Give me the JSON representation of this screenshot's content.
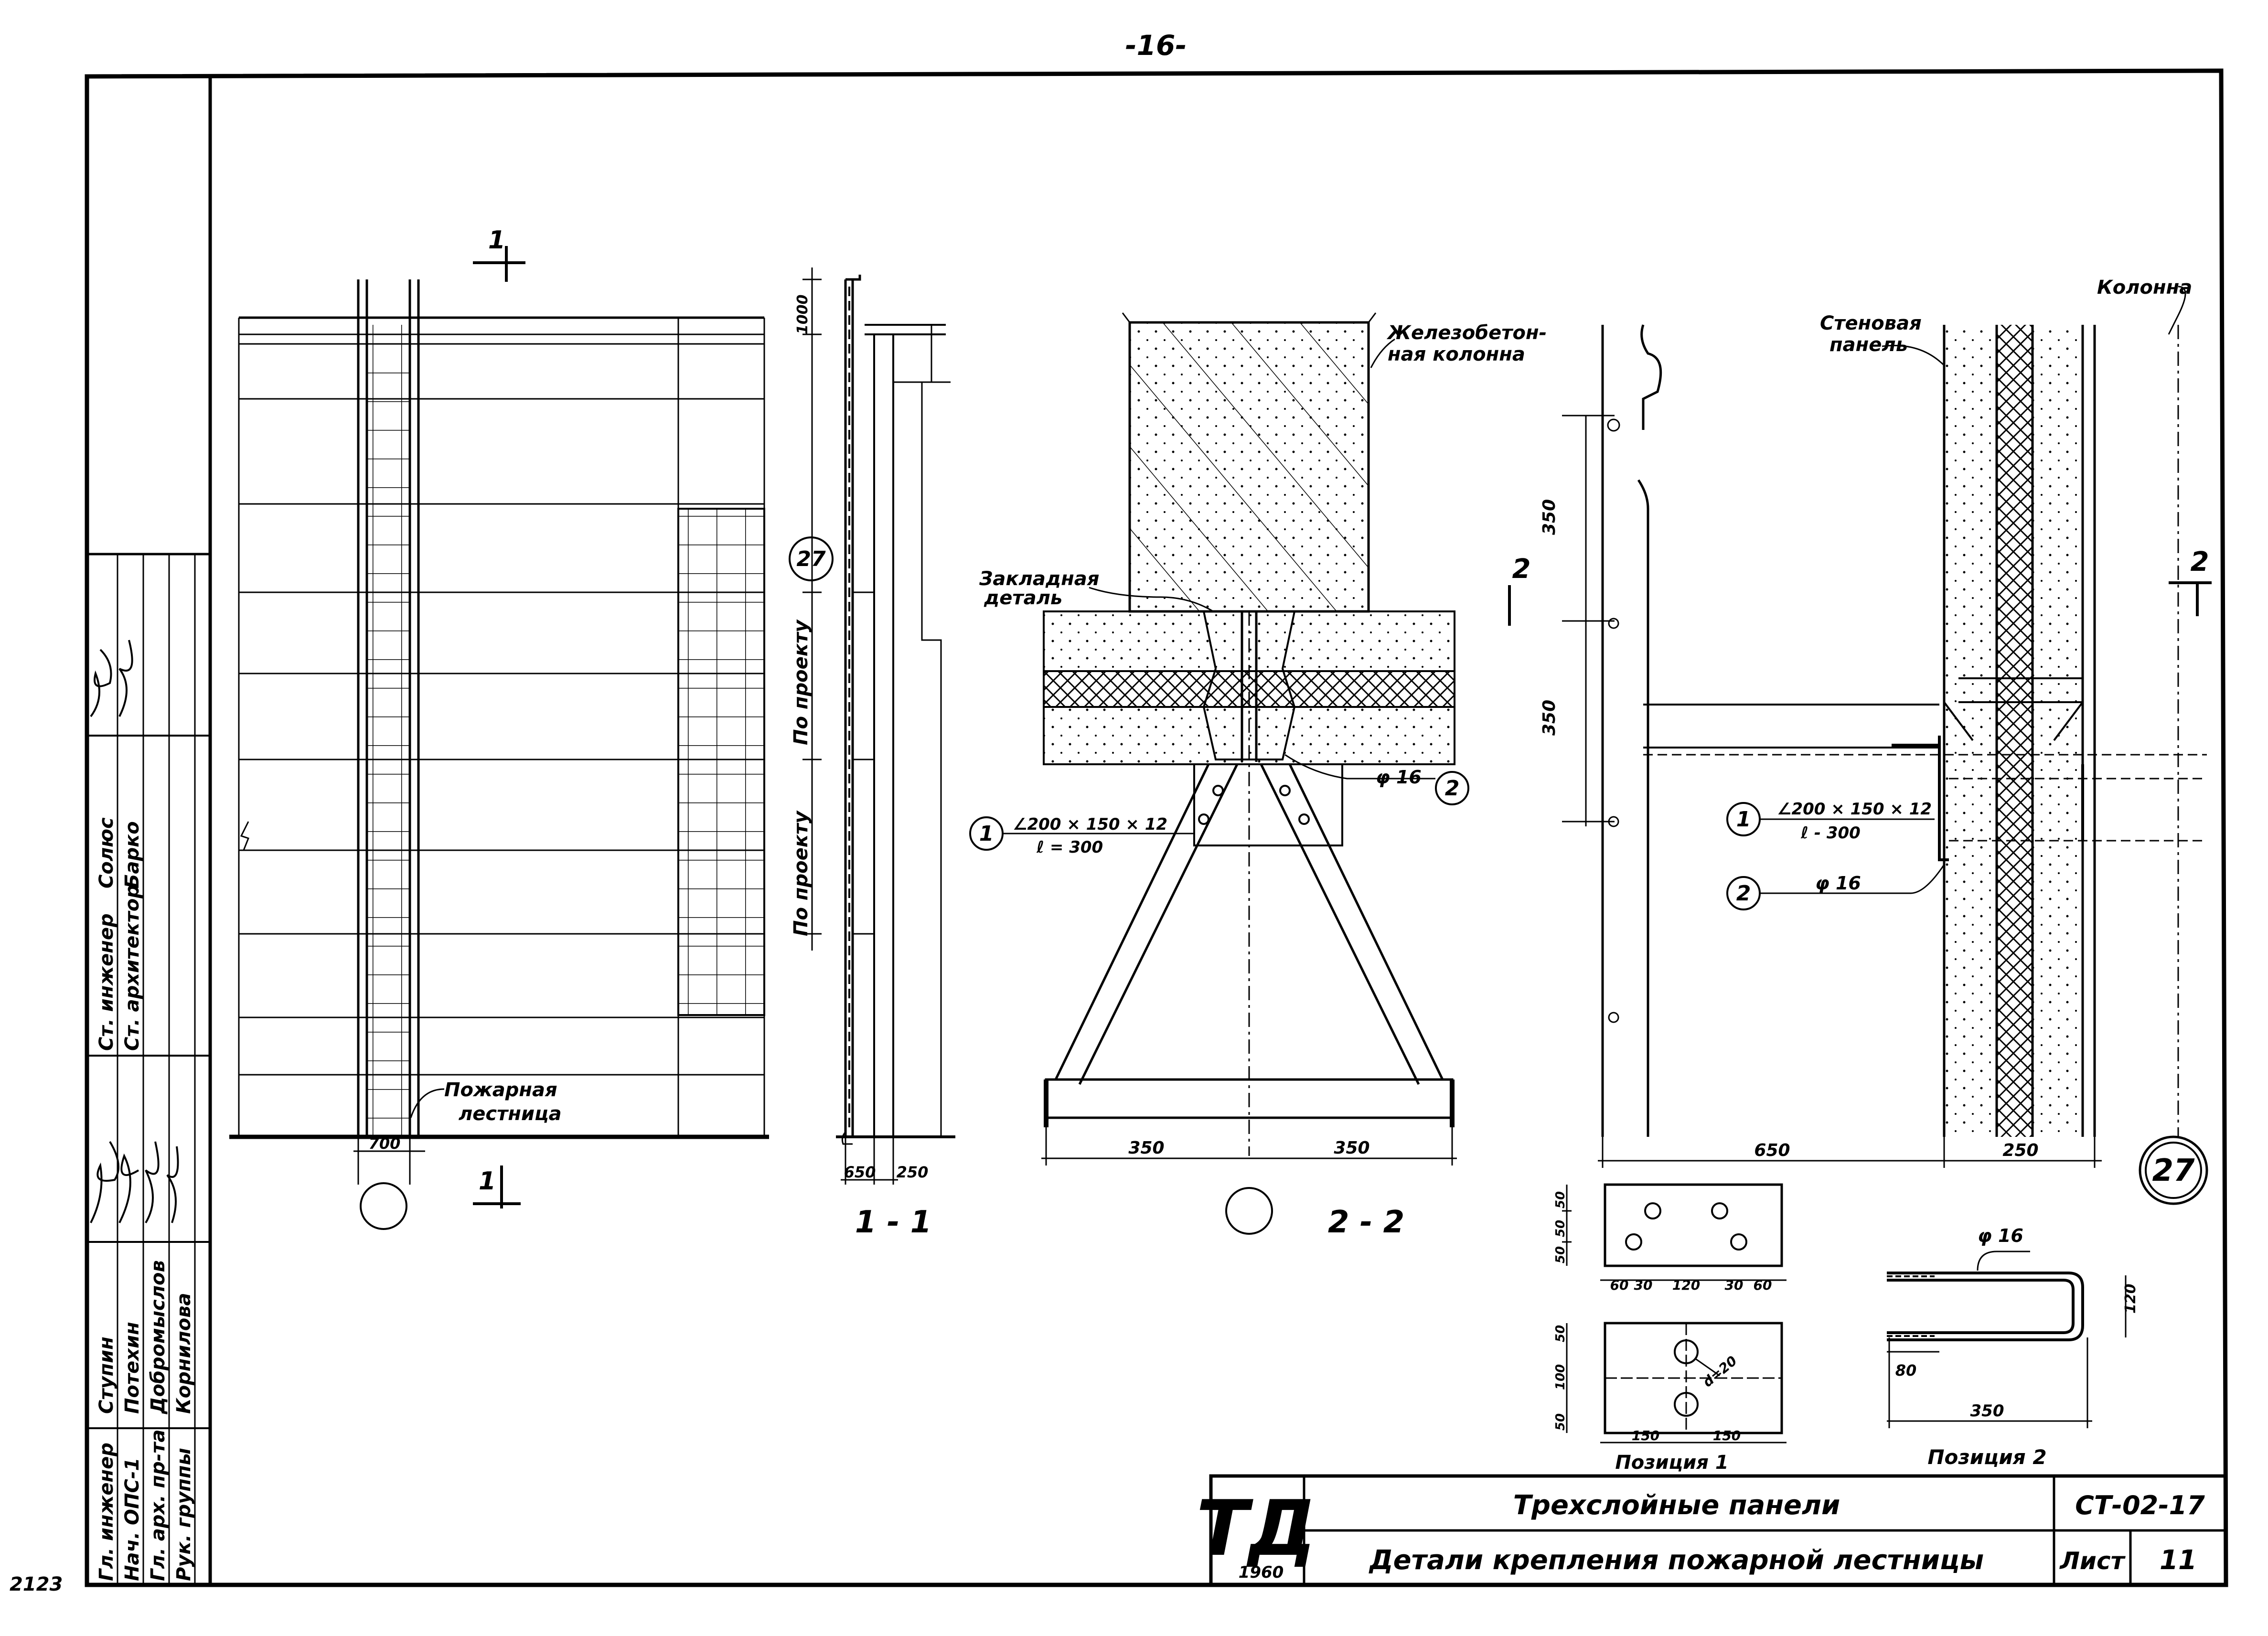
{
  "page": {
    "number": "-16-",
    "side_number": "2123"
  },
  "stamp": {
    "rows": [
      {
        "role": "Гл. инженер",
        "name": "Ступин"
      },
      {
        "role": "Нач. ОПС-1",
        "name": "Потехин"
      },
      {
        "role": "Гл. арх. пр-та",
        "name": "Добромыслов"
      },
      {
        "role": "Рук. группы",
        "name": "Корнилова"
      }
    ],
    "rows2": [
      {
        "role": "Ст. инженер",
        "name": "Солюс"
      },
      {
        "role": "Ст. архитектор",
        "name": "Барко"
      }
    ]
  },
  "title_block": {
    "logo": "ТД",
    "year": "1960",
    "title": "Трехслойные панели",
    "subtitle": "Детали крепления пожарной лестницы",
    "code": "СТ-02-17",
    "sheet_label": "Лист",
    "sheet_number": "11"
  },
  "elevation": {
    "section_mark": "1",
    "ladder_label_1": "Пожарная",
    "ladder_label_2": "лестница",
    "dim_width": "700"
  },
  "section_1_1": {
    "title": "1 - 1",
    "ref": "27",
    "dim_top": "1000",
    "label_a": "По проекту",
    "label_b": "По проекту",
    "dim_a": "650",
    "dim_b": "250"
  },
  "section_2_2": {
    "title": "2 - 2",
    "label_column_1": "Железобетон-",
    "label_column_2": "ная колонна",
    "label_embed_1": "Закладная",
    "label_embed_2": "деталь",
    "angle_1": "∠200 × 150 × 12",
    "angle_2": "ℓ = 300",
    "rod": "φ 16",
    "pos1": "1",
    "pos2": "2",
    "dim_left": "350",
    "dim_right": "350"
  },
  "detail_27": {
    "ref": "27",
    "label_panel_1": "Стеновая",
    "label_panel_2": "панель",
    "label_column": "Колонна",
    "section_mark": "2",
    "angle_1": "∠200 × 150 × 12",
    "angle_2": "ℓ - 300",
    "rod": "φ 16",
    "pos1": "1",
    "pos2": "2",
    "dim_350_a": "350",
    "dim_350_b": "350",
    "dim_650": "650",
    "dim_250": "250"
  },
  "position_1": {
    "title": "Позиция 1",
    "dims_top_v": [
      "50",
      "50",
      "50"
    ],
    "dims_top_h": [
      "60",
      "30",
      "120",
      "30",
      "60"
    ],
    "dims_bot_v": [
      "50",
      "100",
      "50"
    ],
    "dims_bot_h": [
      "150",
      "150"
    ],
    "hole": "d=20"
  },
  "position_2": {
    "title": "Позиция 2",
    "rod": "φ 16",
    "dim_80": "80",
    "dim_120": "120",
    "dim_350": "350"
  }
}
